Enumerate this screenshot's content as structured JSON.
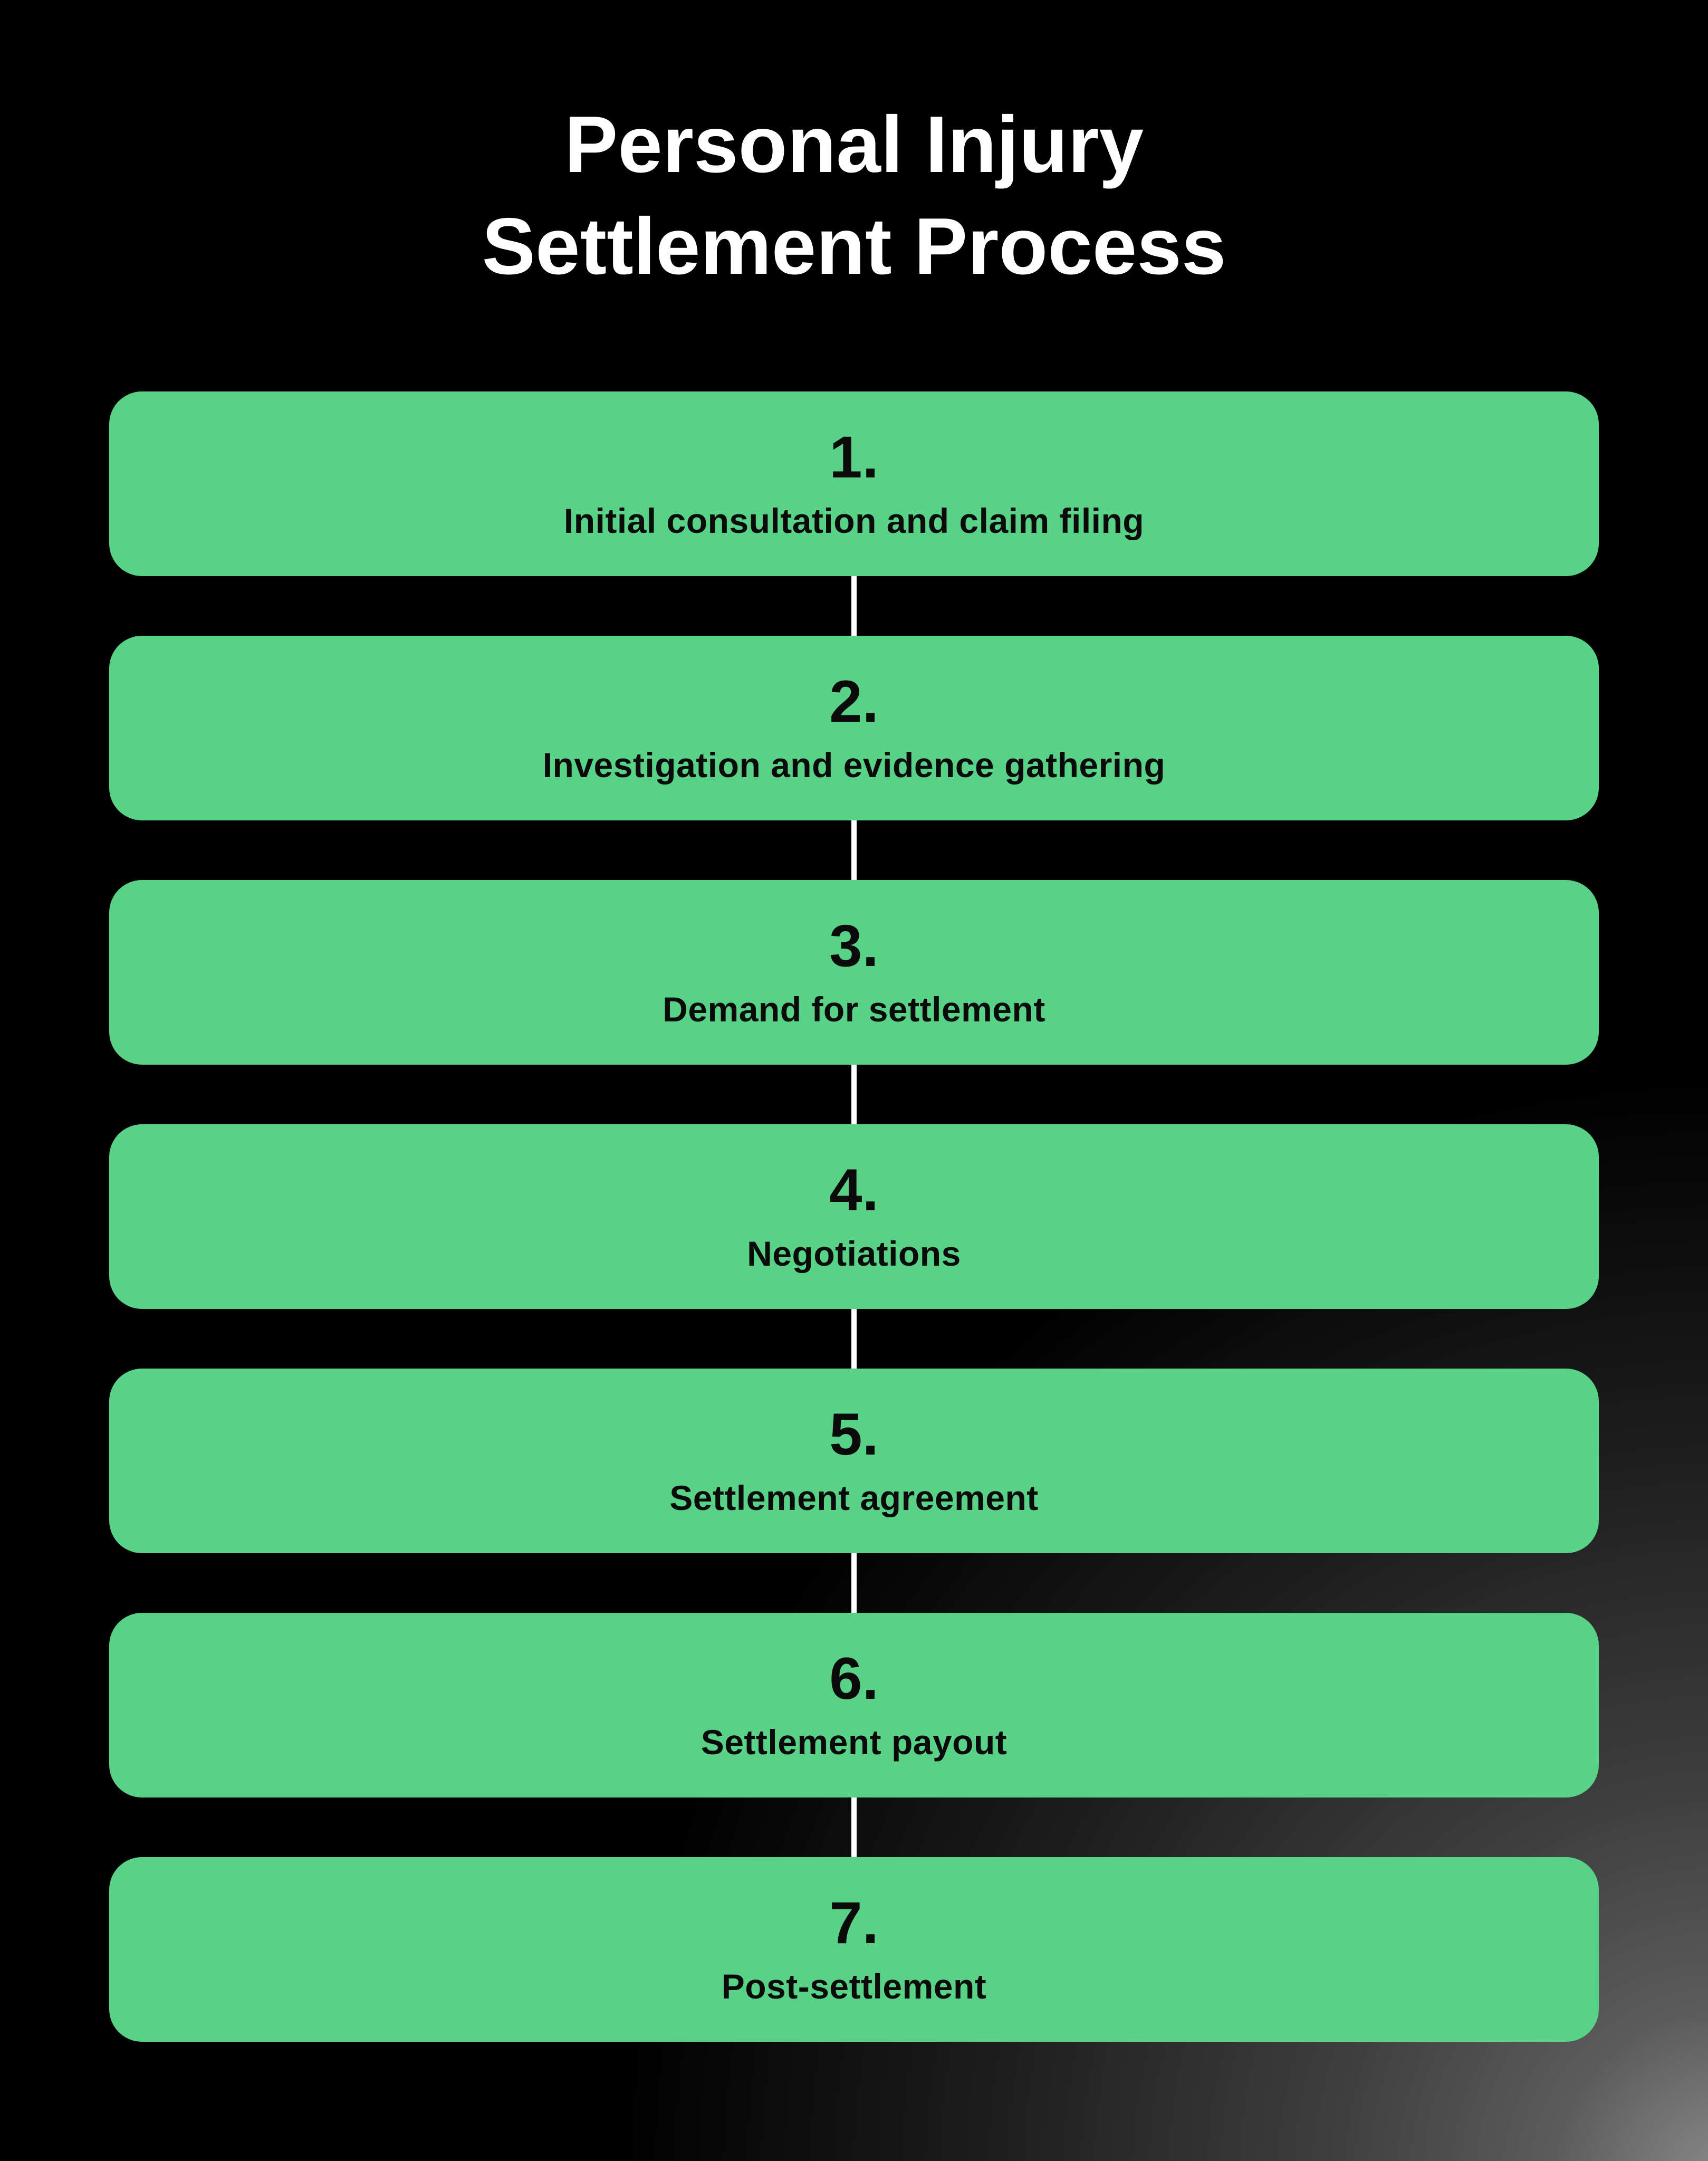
{
  "title": {
    "line1": "Personal Injury",
    "line2": "Settlement Process"
  },
  "steps": [
    {
      "number": "1.",
      "label": "Initial consultation and claim filing"
    },
    {
      "number": "2.",
      "label": "Investigation and evidence gathering"
    },
    {
      "number": "3.",
      "label": "Demand for settlement"
    },
    {
      "number": "4.",
      "label": "Negotiations"
    },
    {
      "number": "5.",
      "label": "Settlement agreement"
    },
    {
      "number": "6.",
      "label": "Settlement payout"
    },
    {
      "number": "7.",
      "label": "Post-settlement"
    }
  ],
  "colors": {
    "background": "#000000",
    "corner_gradient_gray": "#808080",
    "box_green": "#58d287",
    "box_text": "#0b0b0b",
    "title_text": "#ffffff",
    "connector_line": "#ffffff"
  }
}
